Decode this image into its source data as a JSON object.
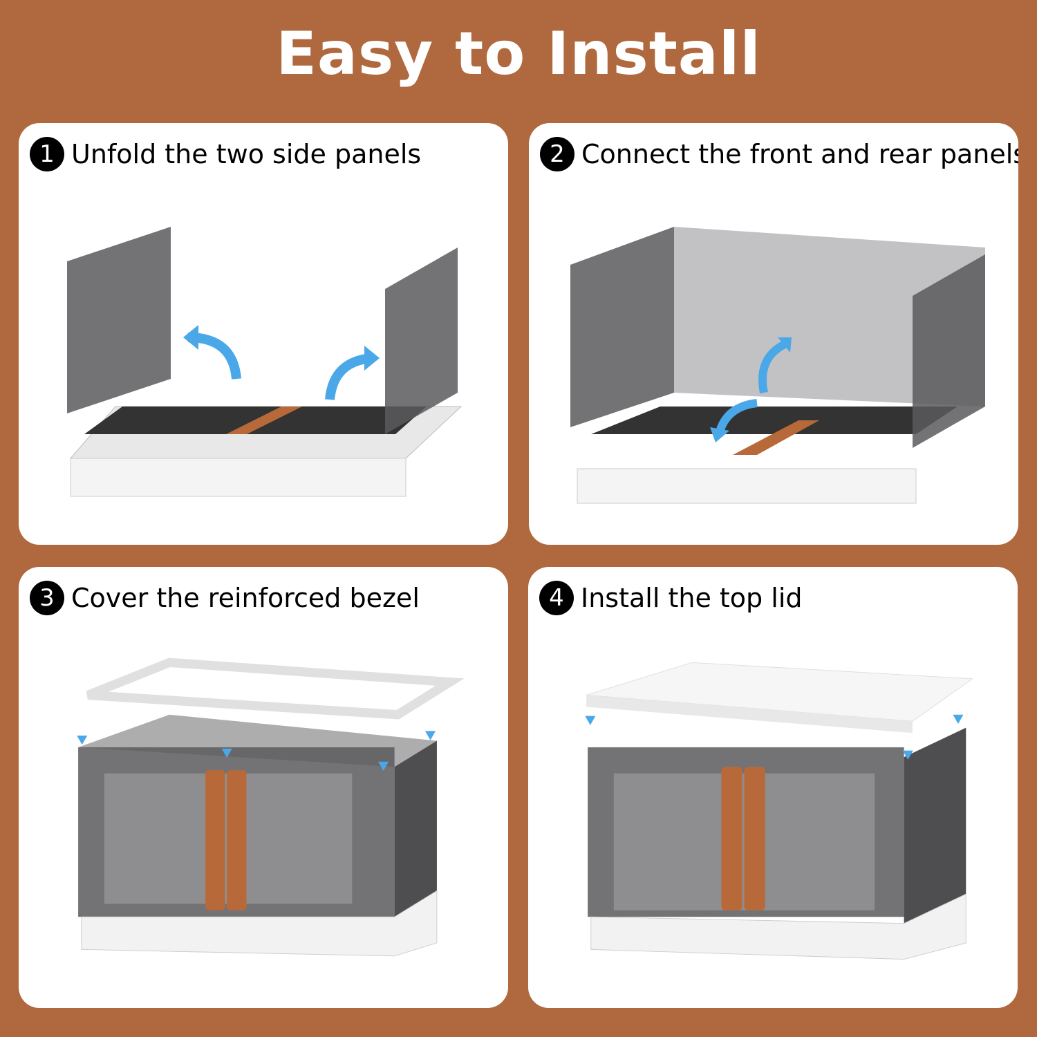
{
  "title": "Easy to Install",
  "colors": {
    "background": "#b0683e",
    "panel": "#ffffff",
    "handle": "#b8693a",
    "arrow": "#4aa8e8",
    "box_gray": "#5b5b5e"
  },
  "steps": [
    {
      "number": "1",
      "label": "Unfold the two side panels"
    },
    {
      "number": "2",
      "label": "Connect the front and rear panels"
    },
    {
      "number": "3",
      "label": "Cover the reinforced bezel"
    },
    {
      "number": "4",
      "label": "Install the top lid"
    }
  ]
}
